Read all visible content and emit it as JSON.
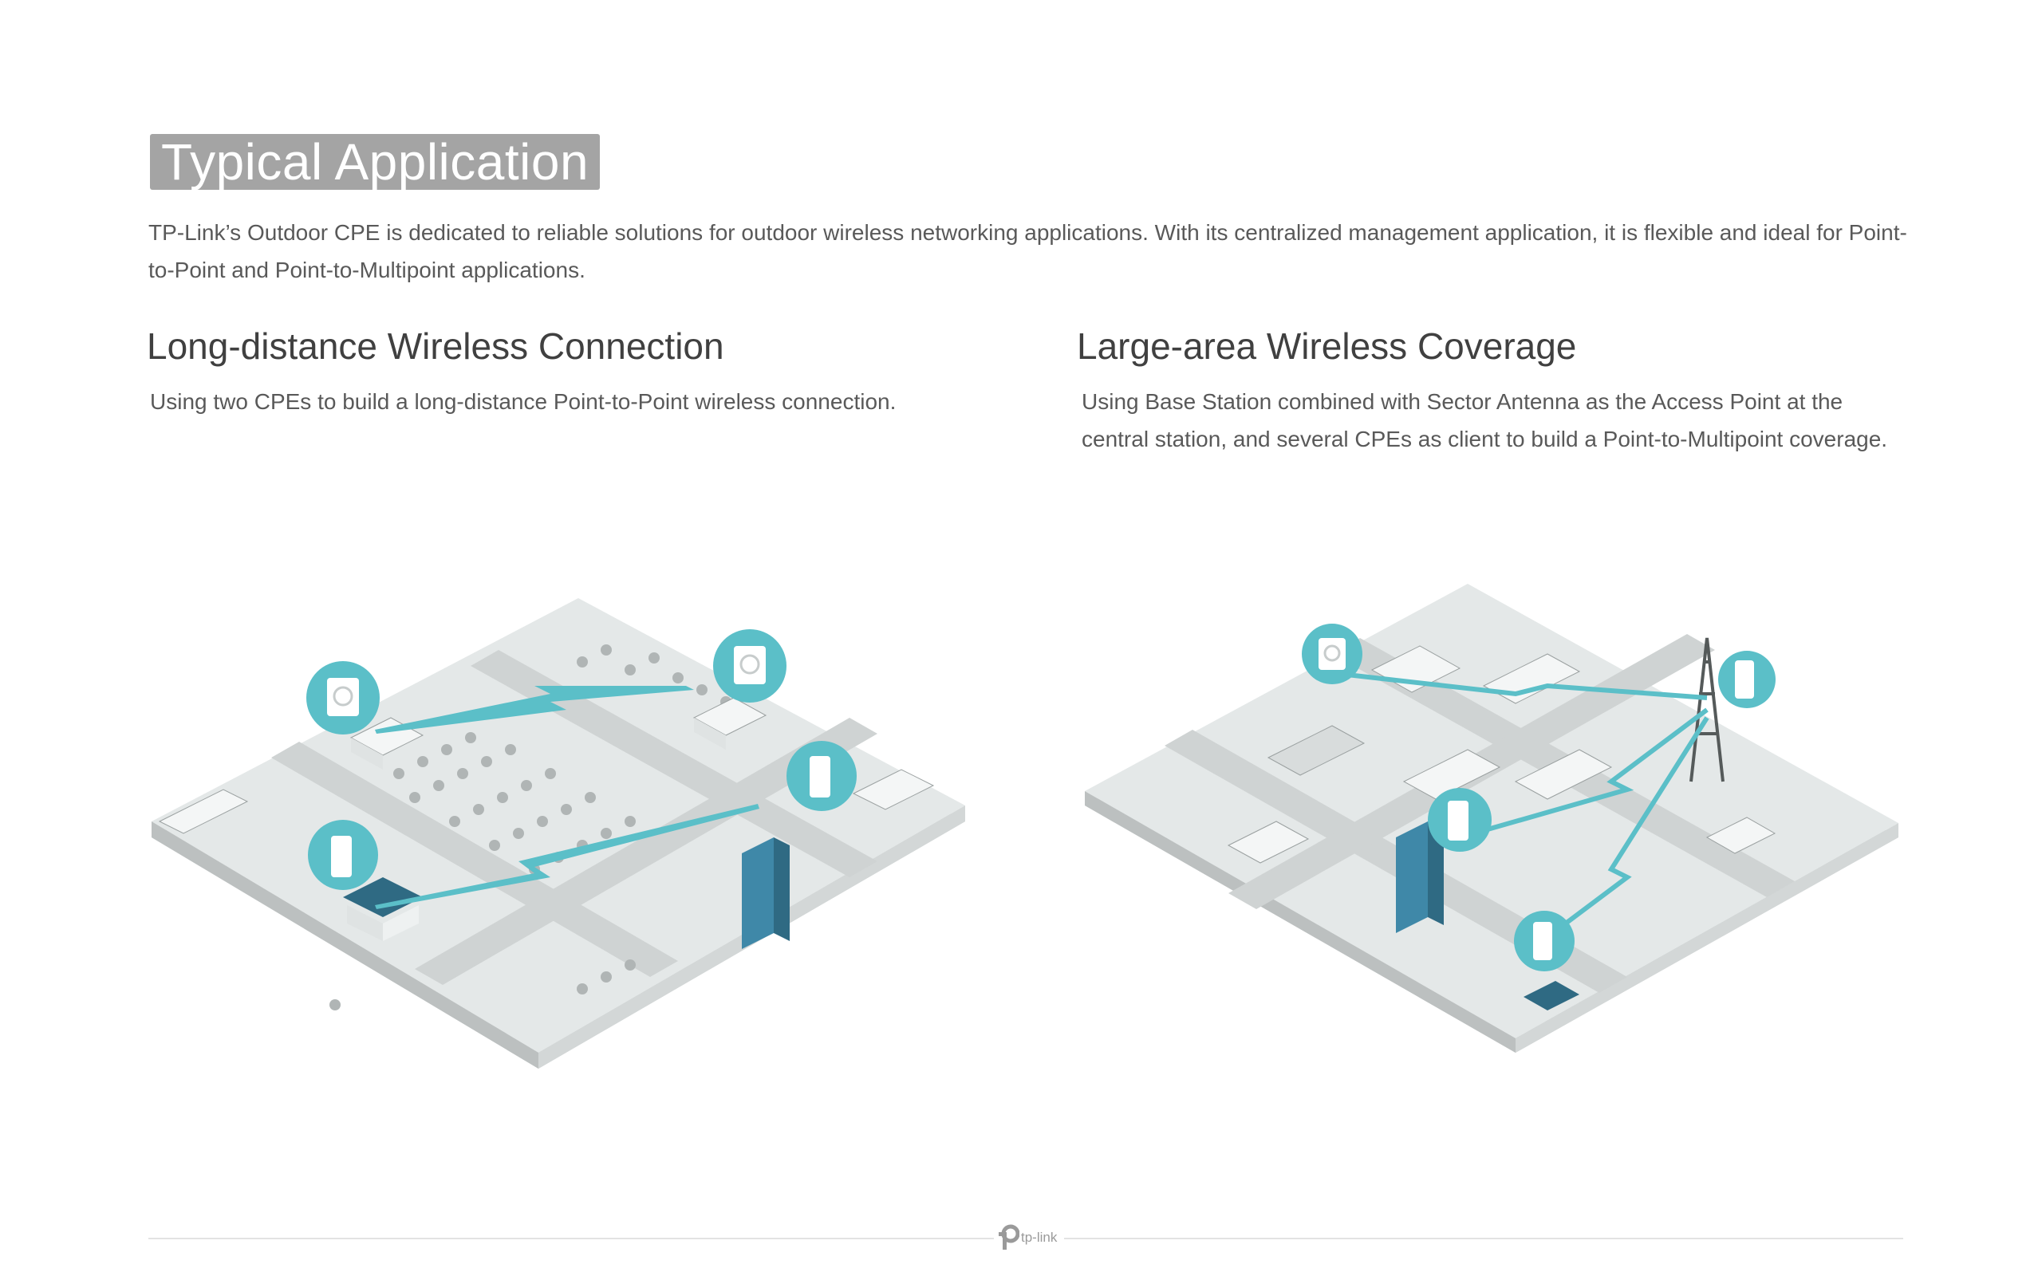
{
  "header": {
    "title": "Typical Application",
    "intro": "TP-Link’s Outdoor CPE is dedicated to reliable solutions for outdoor wireless networking applications. With its centralized management application, it is flexible and ideal for Point-to-Point and Point-to-Multipoint applications."
  },
  "sections": [
    {
      "title": "Long-distance Wireless Connection",
      "description": "Using two CPEs to build a long-distance Point-to-Point wireless connection."
    },
    {
      "title": "Large-area Wireless Coverage",
      "description": "Using Base Station combined with Sector Antenna as the Access Point at the central station, and several CPEs as client to build a Point-to-Multipoint coverage."
    }
  ],
  "footer": {
    "brand": "tp-link"
  },
  "colors": {
    "accent": "#5bbfc8",
    "badge": "#a4a4a4",
    "ground": "#e4e8e8",
    "road": "#cfd3d3",
    "tree": "#b0b5b5",
    "building": "#f4f6f6",
    "rule": "#e3e3e3"
  },
  "icons": [
    "cpe-device-icon",
    "wifi-signal-icon",
    "signal-tower-icon",
    "tp-link-logo-icon"
  ]
}
